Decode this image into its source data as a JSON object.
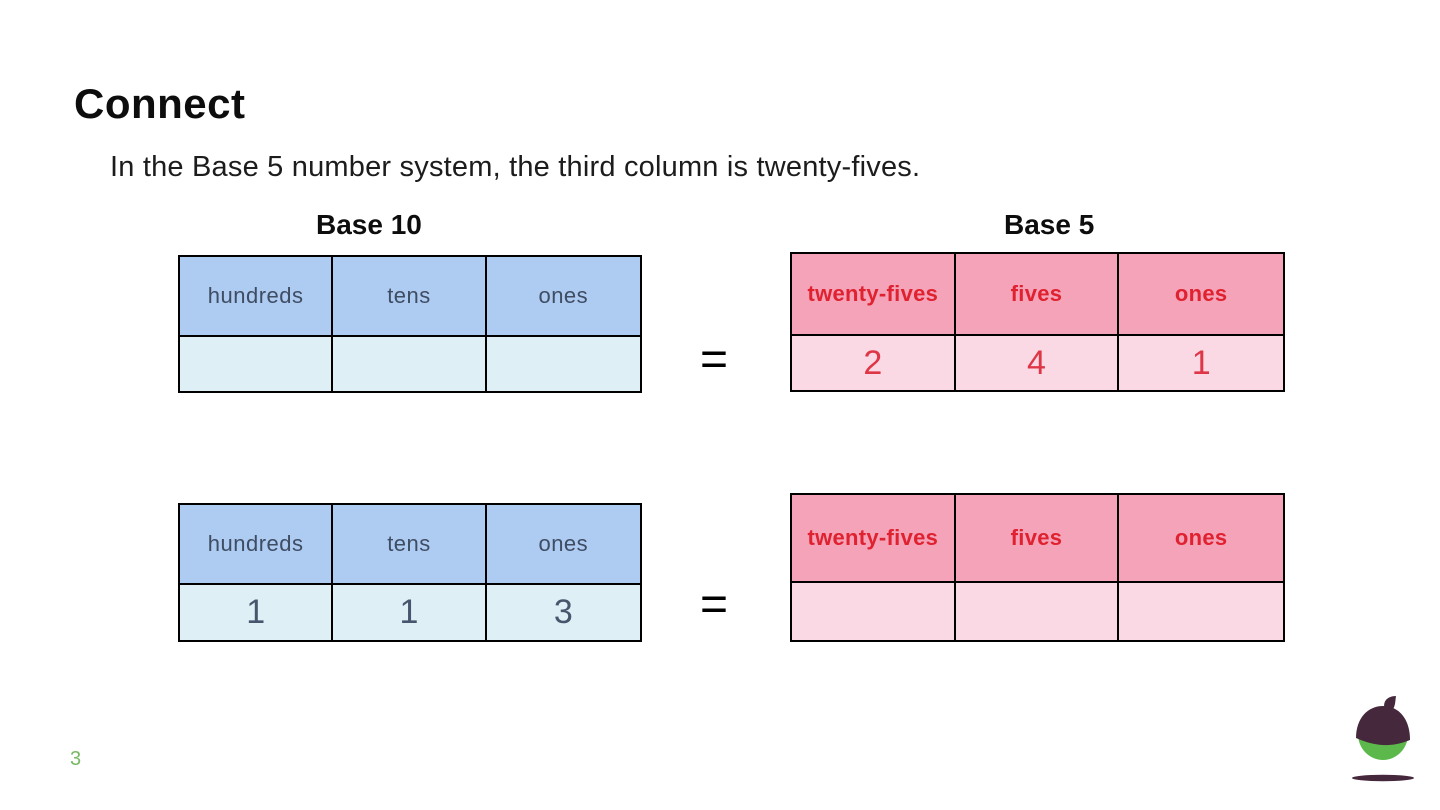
{
  "page": {
    "title": "Connect",
    "subtitle": "In the Base 5 number system, the third column is twenty-fives.",
    "page_number": "3"
  },
  "sections": {
    "base10_label": "Base 10",
    "base5_label": "Base 5",
    "equals_sign": "="
  },
  "tables": {
    "base10_top": {
      "headers": [
        "hundreds",
        "tens",
        "ones"
      ],
      "values": [
        "",
        "",
        ""
      ]
    },
    "base5_top": {
      "headers": [
        "twenty-fives",
        "fives",
        "ones"
      ],
      "values": [
        "2",
        "4",
        "1"
      ]
    },
    "base10_bottom": {
      "headers": [
        "hundreds",
        "tens",
        "ones"
      ],
      "values": [
        "1",
        "1",
        "3"
      ]
    },
    "base5_bottom": {
      "headers": [
        "twenty-fives",
        "fives",
        "ones"
      ],
      "values": [
        "",
        "",
        ""
      ]
    }
  },
  "colors": {
    "blue_header_fill": "#aecbf2",
    "blue_value_fill": "#def0f6",
    "blue_text": "#3f4d63",
    "pink_header_fill": "#f4a3b9",
    "pink_value_fill": "#fbd9e4",
    "pink_text": "#e0212f",
    "table_border": "#000000",
    "page_number_green": "#79b964",
    "acorn_green": "#5cb84a",
    "acorn_plum": "#45283c"
  },
  "logo": {
    "name": "oak-acorn-logo"
  }
}
